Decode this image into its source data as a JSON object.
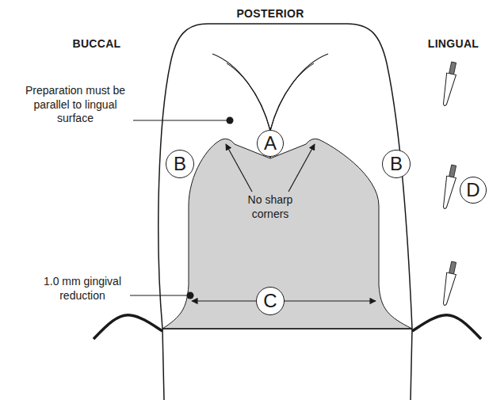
{
  "diagram": {
    "title": "POSTERIOR",
    "nodes": [
      {
        "text": [
          "A"
        ]
      },
      {
        "text": [
          "B"
        ]
      },
      {
        "text": [
          "B"
        ]
      },
      {
        "text": [
          "C"
        ]
      },
      {
        "text": [
          "D"
        ]
      }
    ],
    "labels": [
      "BUCCAL",
      "LINGUAL",
      "Preparation must be parallel to lingual surface",
      "No sharp corners",
      "1.0 mm gingival reduction"
    ]
  }
}
